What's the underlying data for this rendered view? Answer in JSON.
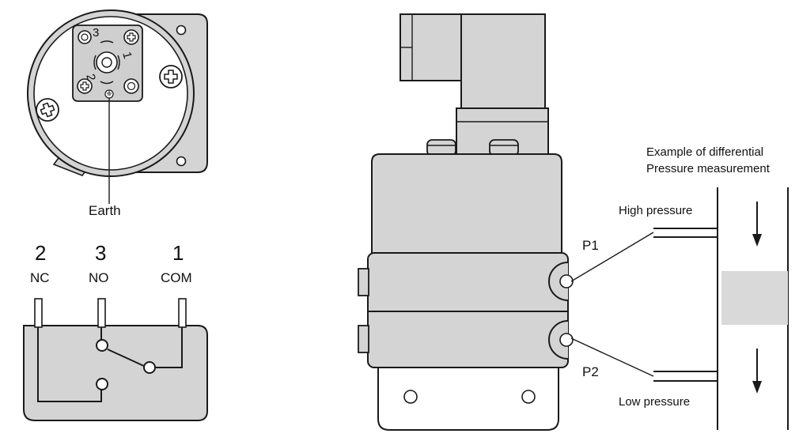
{
  "connector_view": {
    "pin_numbers": [
      "3",
      "1",
      "2"
    ],
    "earth_label": "Earth"
  },
  "terminals": [
    {
      "number": "2",
      "name": "NC"
    },
    {
      "number": "3",
      "name": "NO"
    },
    {
      "number": "1",
      "name": "COM"
    }
  ],
  "side_view": {
    "port1_label": "P1",
    "port2_label": "P2"
  },
  "differential_example": {
    "title_line1": "Example of differential",
    "title_line2": "Pressure measurement",
    "high_label": "High pressure",
    "low_label": "Low pressure"
  },
  "colors": {
    "body_fill": "#d4d4d4",
    "plate_fill": "#cfcfcf",
    "flow_block": "#d9d9d9",
    "outline": "#1a1a1a"
  }
}
